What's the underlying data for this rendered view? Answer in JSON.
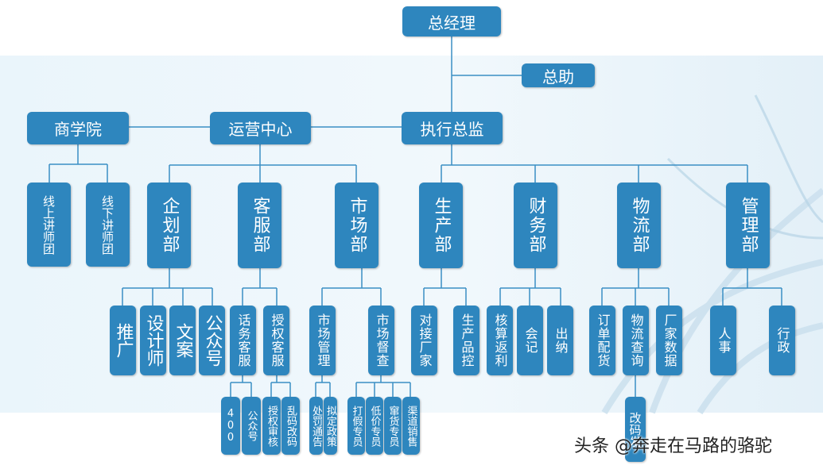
{
  "nodes": {
    "ceo": "总经理",
    "assistant": "总助",
    "business_school": "商学院",
    "operations_center": "运营中心",
    "executive_director": "执行总监",
    "online_lecturers": "线上讲师团",
    "offline_lecturers": "线下讲师团",
    "planning_dept": "企划部",
    "service_dept": "客服部",
    "market_dept": "市场部",
    "production_dept": "生产部",
    "finance_dept": "财务部",
    "logistics_dept": "物流部",
    "management_dept": "管理部",
    "promotion": "推广",
    "designer": "设计师",
    "copywriting": "文案",
    "official_account_1": "公众号",
    "phone_service": "话务客服",
    "auth_service": "授权客服",
    "market_management": "市场管理",
    "market_inspection": "市场督查",
    "factory_liaison": "对接厂家",
    "production_control": "生产品控",
    "audit_rebate": "核算返利",
    "accounting": "会记",
    "cashier": "出纳",
    "order_shipping": "订单配货",
    "logistics_query": "物流查询",
    "factory_data": "厂家数据",
    "hr": "人事",
    "admin": "行政",
    "hotline_400": "400",
    "official_account_2": "公众号",
    "auth_review": "授权审核",
    "code_change": "乱码改码",
    "penalty_notice": "处罚通告",
    "policy_making": "拟定政策",
    "anti_counterfeit": "打假专员",
    "low_price": "低价专员",
    "cross_region": "窜货专员",
    "channel_sales": "渠道销售",
    "recode_shipping": "改码发"
  },
  "watermark": "头条 @奔走在马路的骆驼",
  "colors": {
    "box": "#2e86be",
    "line": "#3a8fc4",
    "text": "#ffffff"
  }
}
